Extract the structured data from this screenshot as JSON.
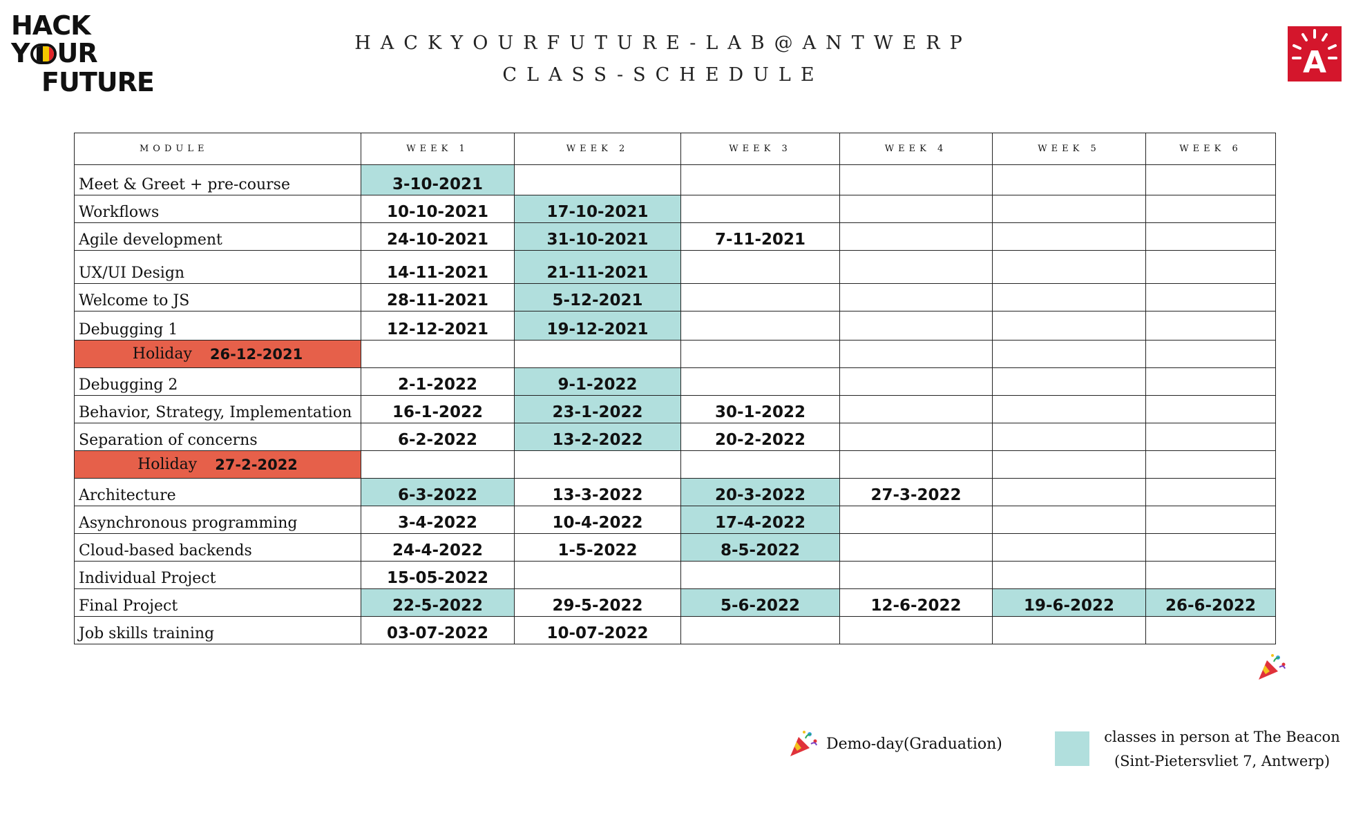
{
  "logo": {
    "line1": "HACK",
    "line2_pre": "Y",
    "line2_post": "UR",
    "line3": "FUTURE"
  },
  "header": {
    "title_line1": "HACKYOURFUTURE-LAB@ANTWERP",
    "title_line2": "CLASS-SCHEDULE",
    "badge_letter": "A"
  },
  "colors": {
    "in_person": "#b1dfdd",
    "holiday": "#e6604a",
    "badge": "#d4162c"
  },
  "table": {
    "columns": [
      "MODULE",
      "WEEK 1",
      "WEEK 2",
      "WEEK 3",
      "WEEK 4",
      "WEEK 5",
      "WEEK 6"
    ],
    "rows": [
      {
        "module": "Meet & Greet + pre-course",
        "cells": [
          "3-10-2021",
          "",
          "",
          "",
          "",
          ""
        ]
      },
      {
        "module": "Workflows",
        "cells": [
          "10-10-2021",
          "17-10-2021",
          "",
          "",
          "",
          ""
        ]
      },
      {
        "module": "Agile development",
        "cells": [
          "24-10-2021",
          "31-10-2021",
          "7-11-2021",
          "",
          "",
          ""
        ]
      },
      {
        "module": "UX/UI Design",
        "cells": [
          "14-11-2021",
          "21-11-2021",
          "",
          "",
          "",
          ""
        ]
      },
      {
        "module": "Welcome to JS",
        "cells": [
          "28-11-2021",
          "5-12-2021",
          "",
          "",
          "",
          ""
        ]
      },
      {
        "module": "Debugging 1",
        "cells": [
          "12-12-2021",
          "19-12-2021",
          "",
          "",
          "",
          ""
        ]
      },
      {
        "module": "Holiday",
        "holiday_date": "26-12-2021",
        "cells": [
          "",
          "",
          "",
          "",
          "",
          ""
        ]
      },
      {
        "module": "Debugging 2",
        "cells": [
          "2-1-2022",
          "9-1-2022",
          "",
          "",
          "",
          ""
        ]
      },
      {
        "module": "Behavior, Strategy, Implementation",
        "cells": [
          "16-1-2022",
          "23-1-2022",
          "30-1-2022",
          "",
          "",
          ""
        ]
      },
      {
        "module": "Separation of concerns",
        "cells": [
          "6-2-2022",
          "13-2-2022",
          "20-2-2022",
          "",
          "",
          ""
        ]
      },
      {
        "module": "Holiday",
        "holiday_date": "27-2-2022",
        "cells": [
          "",
          "",
          "",
          "",
          "",
          ""
        ]
      },
      {
        "module": "Architecture",
        "cells": [
          "6-3-2022",
          "13-3-2022",
          "20-3-2022",
          "27-3-2022",
          "",
          ""
        ]
      },
      {
        "module": "Asynchronous programming",
        "cells": [
          "3-4-2022",
          "10-4-2022",
          "17-4-2022",
          "",
          "",
          ""
        ]
      },
      {
        "module": "Cloud-based backends",
        "cells": [
          "24-4-2022",
          "1-5-2022",
          "8-5-2022",
          "",
          "",
          ""
        ]
      },
      {
        "module": "Individual Project",
        "cells": [
          "15-05-2022",
          "",
          "",
          "",
          "",
          ""
        ]
      },
      {
        "module": "Final Project",
        "cells": [
          "22-5-2022",
          "29-5-2022",
          "5-6-2022",
          "12-6-2022",
          "19-6-2022",
          "26-6-2022"
        ]
      },
      {
        "module": "Job skills training",
        "cells": [
          "03-07-2022",
          "10-07-2022",
          "",
          "",
          "",
          ""
        ]
      }
    ]
  },
  "legend": {
    "demo_day": "Demo-day(Graduation)",
    "demo_icon": "party-popper-icon",
    "in_person_line1": "classes in person at The Beacon",
    "in_person_line2": "(Sint-Pietersvliet 7, Antwerp)"
  }
}
